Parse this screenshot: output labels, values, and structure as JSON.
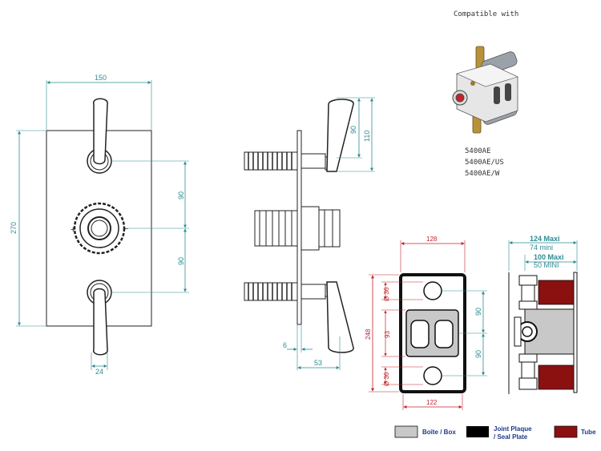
{
  "front_view": {
    "width_dim": "150",
    "height_dim": "270",
    "spacing_top": "90",
    "spacing_bottom": "90",
    "handle_offset": "24",
    "plus_sign": "+",
    "minus_sign": "−"
  },
  "side_view": {
    "height_90": "90",
    "height_110": "110",
    "depth_6": "6",
    "depth_53": "53"
  },
  "compatible": {
    "title": "Compatible with",
    "models": [
      "5400AE",
      "5400AE/US",
      "5400AE/W"
    ]
  },
  "box_front": {
    "top_width": "128",
    "bottom_width": "122",
    "total_height": "248",
    "hole_top": "Ø 36",
    "hole_bottom": "Ø 36",
    "center": "93",
    "spacing_top": "90",
    "spacing_bottom": "90"
  },
  "box_side": {
    "max_outer": "124  Maxi",
    "min_outer": "74 mini",
    "max_inner": "100  Maxi",
    "min_inner": "50 MINI"
  },
  "legend": {
    "items": [
      {
        "label": "Boîte / Box",
        "color": "#c8c8c8"
      },
      {
        "label_line1": "Joint Plaque",
        "label_line2": "/ Seal Plate",
        "color": "#000000"
      },
      {
        "label": "Tube",
        "color": "#8b1010"
      }
    ]
  },
  "colors": {
    "dimension": "#2e8c93",
    "red_dimension": "#c0242c",
    "line": "#1a1a1a"
  }
}
